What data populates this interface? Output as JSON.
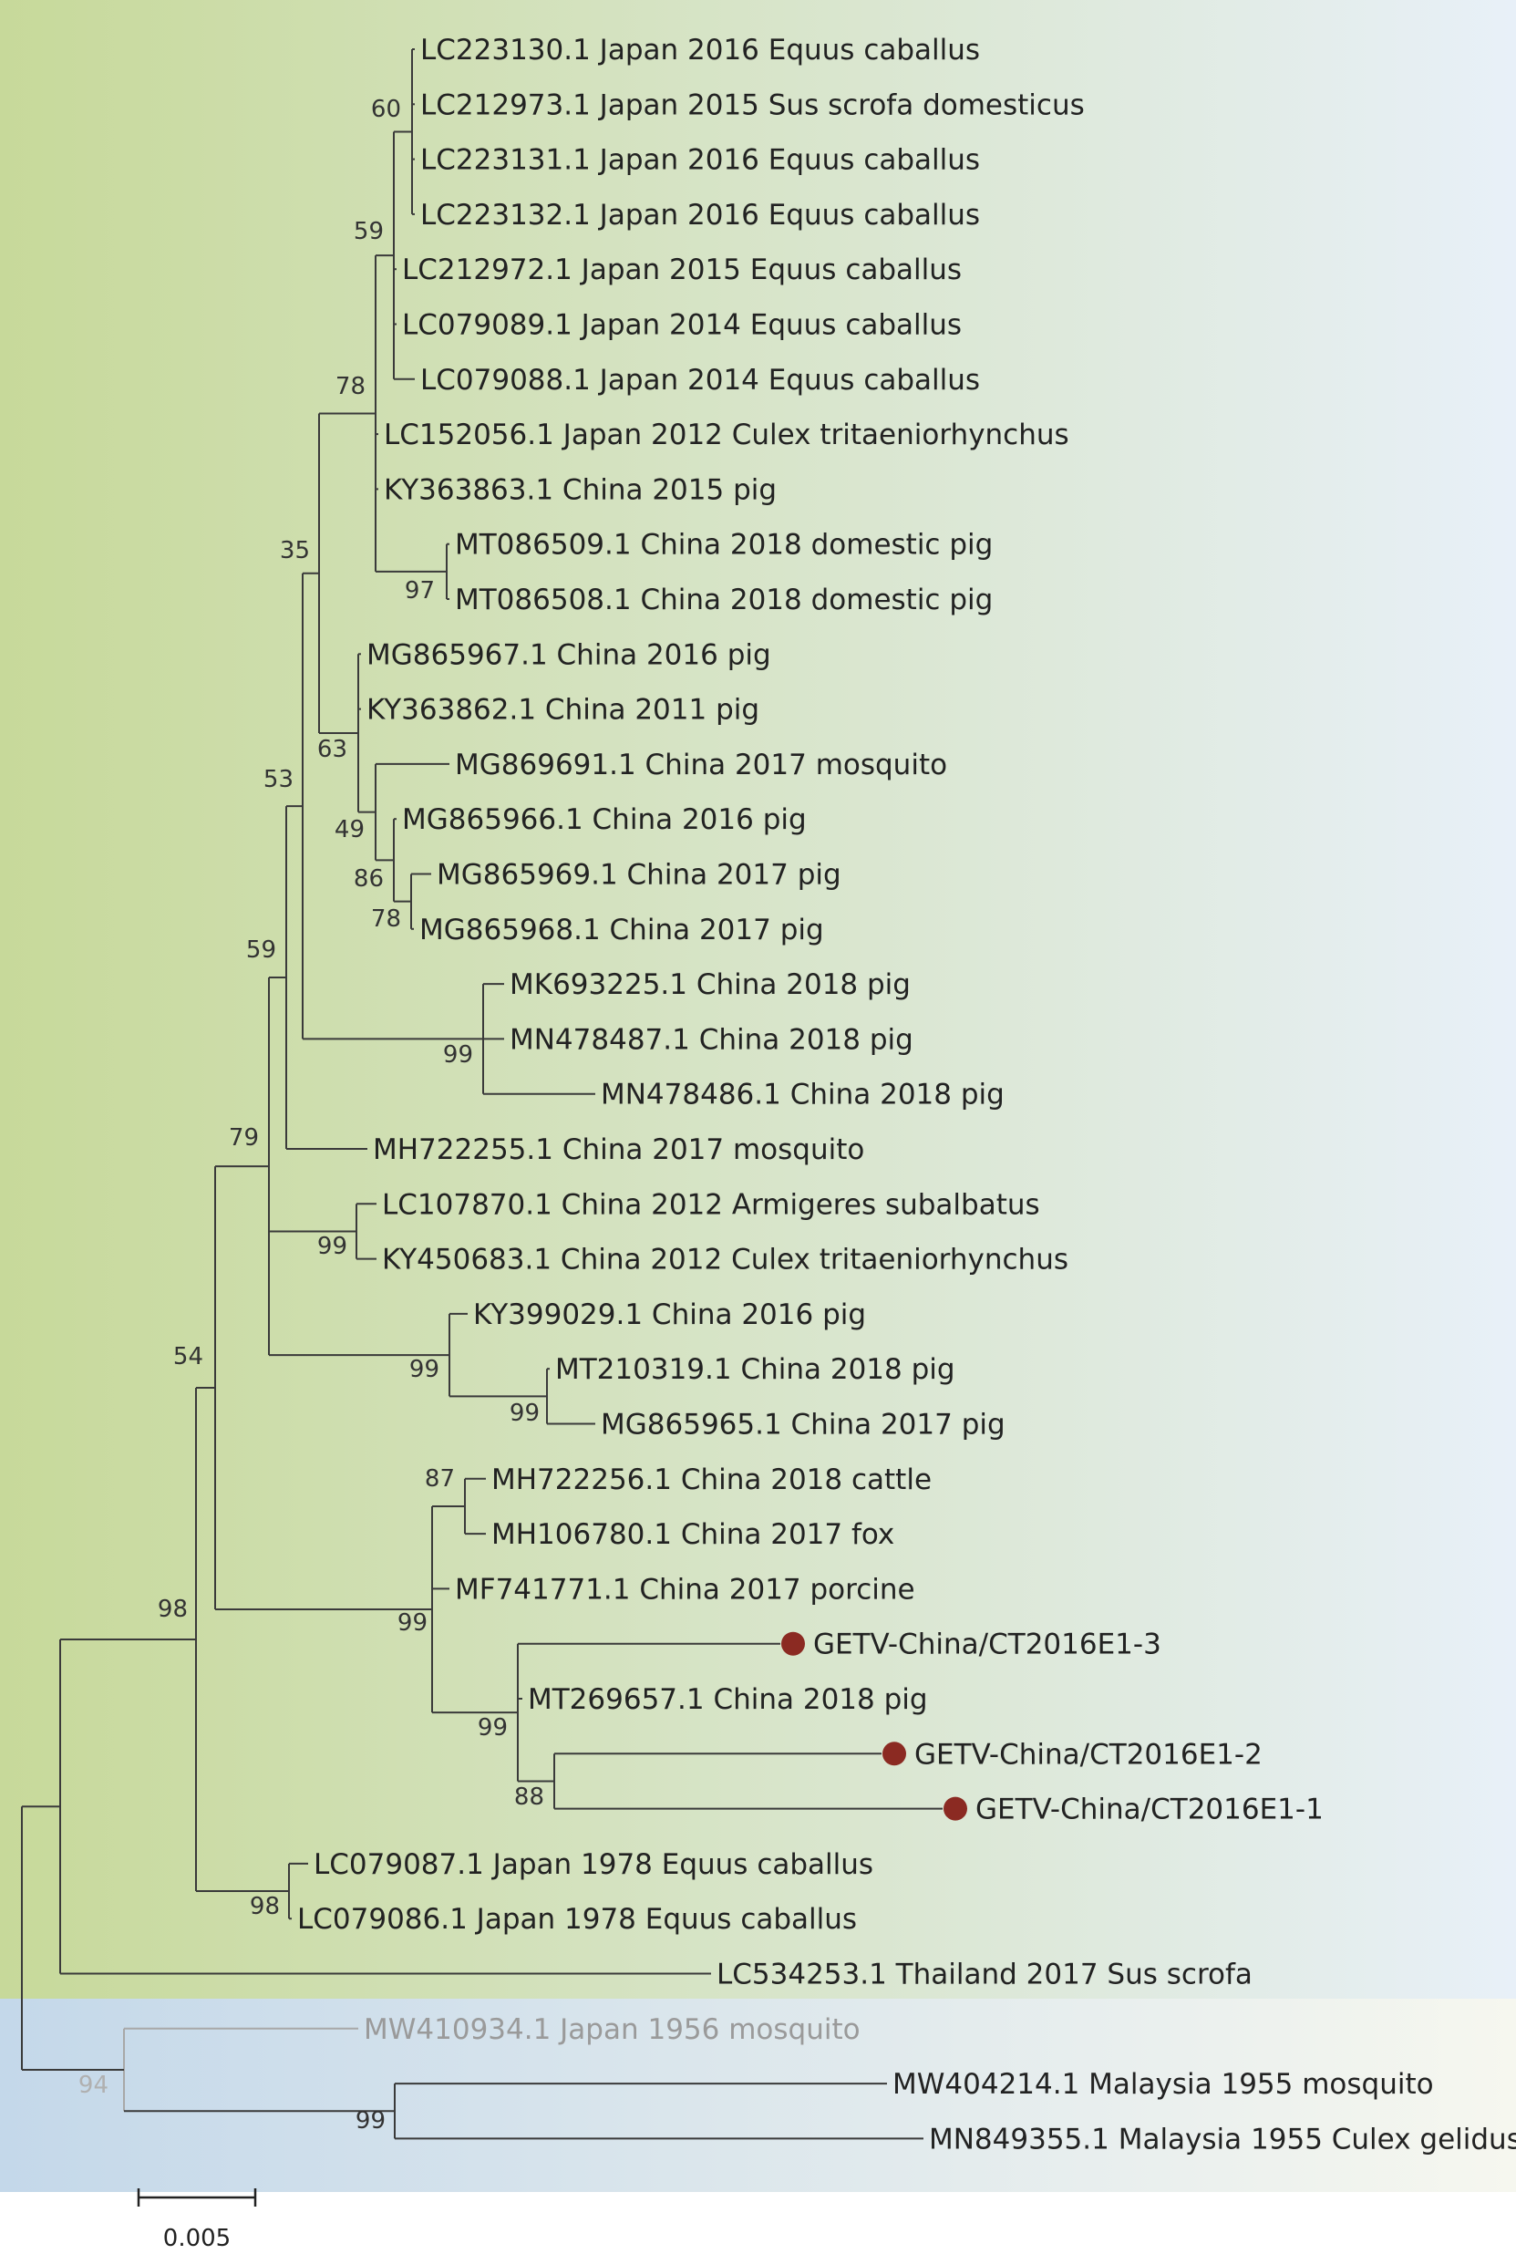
{
  "tree": {
    "leaves": [
      {
        "id": "L1",
        "label": "LC223130.1 Japan 2016 Equus caballus"
      },
      {
        "id": "L2",
        "label": "LC212973.1 Japan 2015 Sus scrofa domesticus"
      },
      {
        "id": "L3",
        "label": "LC223131.1 Japan 2016 Equus caballus"
      },
      {
        "id": "L4",
        "label": "LC223132.1 Japan 2016 Equus caballus"
      },
      {
        "id": "L5",
        "label": "LC212972.1 Japan 2015 Equus caballus"
      },
      {
        "id": "L6",
        "label": "LC079089.1 Japan 2014 Equus caballus"
      },
      {
        "id": "L7",
        "label": "LC079088.1 Japan 2014 Equus caballus"
      },
      {
        "id": "L8",
        "label": "LC152056.1 Japan 2012 Culex tritaeniorhynchus"
      },
      {
        "id": "L9",
        "label": "KY363863.1 China 2015 pig"
      },
      {
        "id": "L10",
        "label": "MT086509.1 China 2018 domestic pig"
      },
      {
        "id": "L11",
        "label": "MT086508.1 China 2018 domestic pig"
      },
      {
        "id": "L12",
        "label": "MG865967.1 China 2016 pig"
      },
      {
        "id": "L13",
        "label": "KY363862.1 China 2011 pig"
      },
      {
        "id": "L14",
        "label": "MG869691.1 China 2017 mosquito"
      },
      {
        "id": "L15",
        "label": "MG865966.1 China 2016 pig"
      },
      {
        "id": "L16",
        "label": "MG865969.1 China 2017 pig"
      },
      {
        "id": "L17",
        "label": "MG865968.1 China 2017 pig"
      },
      {
        "id": "L18",
        "label": "MK693225.1 China 2018 pig"
      },
      {
        "id": "L19",
        "label": "MN478487.1 China 2018 pig"
      },
      {
        "id": "L20",
        "label": "MN478486.1 China 2018 pig"
      },
      {
        "id": "L21",
        "label": "MH722255.1 China 2017 mosquito"
      },
      {
        "id": "L22",
        "label": "LC107870.1 China 2012 Armigeres subalbatus"
      },
      {
        "id": "L23",
        "label": "KY450683.1 China 2012 Culex tritaeniorhynchus"
      },
      {
        "id": "L24",
        "label": "KY399029.1 China 2016 pig"
      },
      {
        "id": "L25",
        "label": "MT210319.1 China 2018 pig"
      },
      {
        "id": "L26",
        "label": "MG865965.1 China 2017 pig"
      },
      {
        "id": "L27",
        "label": "MH722256.1 China 2018 cattle"
      },
      {
        "id": "L28",
        "label": "MH106780.1 China 2017 fox"
      },
      {
        "id": "L29",
        "label": "MF741771.1 China 2017 porcine"
      },
      {
        "id": "L30",
        "label": "GETV-China/CT2016E1-3",
        "highlight": true
      },
      {
        "id": "L31",
        "label": "MT269657.1 China 2018 pig"
      },
      {
        "id": "L32",
        "label": "GETV-China/CT2016E1-2",
        "highlight": true
      },
      {
        "id": "L33",
        "label": "GETV-China/CT2016E1-1",
        "highlight": true
      },
      {
        "id": "L34",
        "label": "LC079087.1 Japan 1978 Equus caballus"
      },
      {
        "id": "L35",
        "label": "LC079086.1 Japan 1978 Equus caballus"
      },
      {
        "id": "L36",
        "label": "LC534253.1 Thailand 2017 Sus scrofa"
      },
      {
        "id": "L37",
        "label": "MW410934.1 Japan 1956 mosquito",
        "faded": true
      },
      {
        "id": "L38",
        "label": "MW404214.1 Malaysia 1955 mosquito"
      },
      {
        "id": "L39",
        "label": "MN849355.1 Malaysia 1955 Culex gelidus"
      }
    ],
    "bootstrap": [
      {
        "value": "60"
      },
      {
        "value": "59"
      },
      {
        "value": "78"
      },
      {
        "value": "97"
      },
      {
        "value": "35"
      },
      {
        "value": "63"
      },
      {
        "value": "49"
      },
      {
        "value": "86"
      },
      {
        "value": "78"
      },
      {
        "value": "53"
      },
      {
        "value": "59"
      },
      {
        "value": "99"
      },
      {
        "value": "79"
      },
      {
        "value": "99"
      },
      {
        "value": "99"
      },
      {
        "value": "99"
      },
      {
        "value": "54"
      },
      {
        "value": "87"
      },
      {
        "value": "99"
      },
      {
        "value": "99"
      },
      {
        "value": "88"
      },
      {
        "value": "98"
      },
      {
        "value": "98"
      },
      {
        "value": "94",
        "faded": true
      },
      {
        "value": "99"
      }
    ],
    "scale_bar": {
      "label": "0.005"
    },
    "colors": {
      "branch": "#3a3a3a",
      "branch_faded": "#a8a8a8",
      "highlight_marker": "#8b2a22",
      "clade_a_start": "#c7d99a",
      "clade_a_end": "#e8f0f8",
      "clade_b_start": "#c4d8ea",
      "clade_b_end": "#f6f7ef"
    }
  }
}
